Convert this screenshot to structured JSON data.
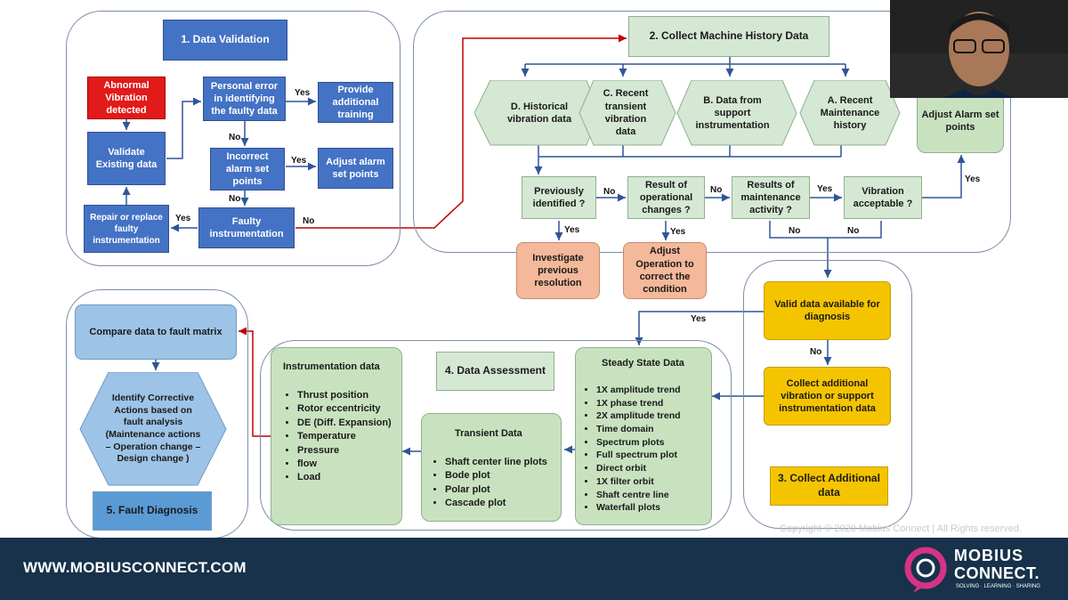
{
  "validation": {
    "title": "1. Data Validation",
    "abnormal": "Abnormal Vibration detected",
    "validate": "Validate Existing data",
    "personal_error": "Personal error in identifying the faulty data",
    "training": "Provide additional training",
    "incorrect_alarm": "Incorrect alarm set points",
    "adjust_alarm": "Adjust alarm set points",
    "faulty": "Faulty instrumentation",
    "repair": "Repair or replace faulty instrumentation"
  },
  "history": {
    "title": "2. Collect Machine History Data",
    "hex_d": "D. Historical vibration data",
    "hex_c": "C. Recent transient vibration data",
    "hex_b": "B. Data from support instrumentation",
    "hex_a": "A. Recent Maintenance history",
    "adjust_alarm": "Adjust Alarm set points",
    "prev_identified": "Previously identified ?",
    "result_operational": "Result of operational changes ?",
    "result_maintenance": "Results of maintenance activity ?",
    "vib_acceptable": "Vibration acceptable ?",
    "investigate": "Investigate previous resolution",
    "adjust_operation": "Adjust Operation to correct the condition"
  },
  "collect": {
    "valid_data": "Valid data available for diagnosis",
    "collect_more": "Collect additional vibration or support instrumentation data",
    "title": "3. Collect Additional data"
  },
  "assessment": {
    "title": "4. Data Assessment",
    "instrumentation_title": "Instrumentation data",
    "instrumentation_items": [
      "Thrust position",
      "Rotor eccentricity",
      "DE (Diff. Expansion)",
      "Temperature",
      "Pressure",
      "flow",
      "Load"
    ],
    "transient_title": "Transient Data",
    "transient_items": [
      "Shaft center line plots",
      "Bode plot",
      "Polar plot",
      "Cascade plot"
    ],
    "steady_title": "Steady State Data",
    "steady_items": [
      "1X amplitude trend",
      "1X phase trend",
      "2X amplitude trend",
      "Time domain",
      "Spectrum plots",
      "Full spectrum plot",
      "Direct orbit",
      "1X filter orbit",
      "Shaft centre line",
      "Waterfall plots"
    ]
  },
  "diagnosis": {
    "compare": "Compare data to fault matrix",
    "identify": "Identify Corrective Actions based on fault analysis (Maintenance actions – Operation change – Design change )",
    "title": "5. Fault Diagnosis"
  },
  "labels": {
    "yes": "Yes",
    "no": "No"
  },
  "footer": {
    "url": "WWW.MOBIUSCONNECT.COM",
    "brand_line1": "MOBIUS",
    "brand_line2": "CONNECT.",
    "tagline": "SOLVING · LEARNING · SHARING",
    "copyright": "Copyright © 2020 Mobius Connect | All Rights reserved."
  },
  "colors": {
    "blue": "#4472c4",
    "red": "#e11a1a",
    "green": "#d5e8d4",
    "gold": "#f5c400",
    "peach": "#f4b89a",
    "light_blue": "#9dc3e6",
    "footer_bg": "#17324a",
    "connector_blue": "#2f5597",
    "connector_red": "#c00000"
  }
}
